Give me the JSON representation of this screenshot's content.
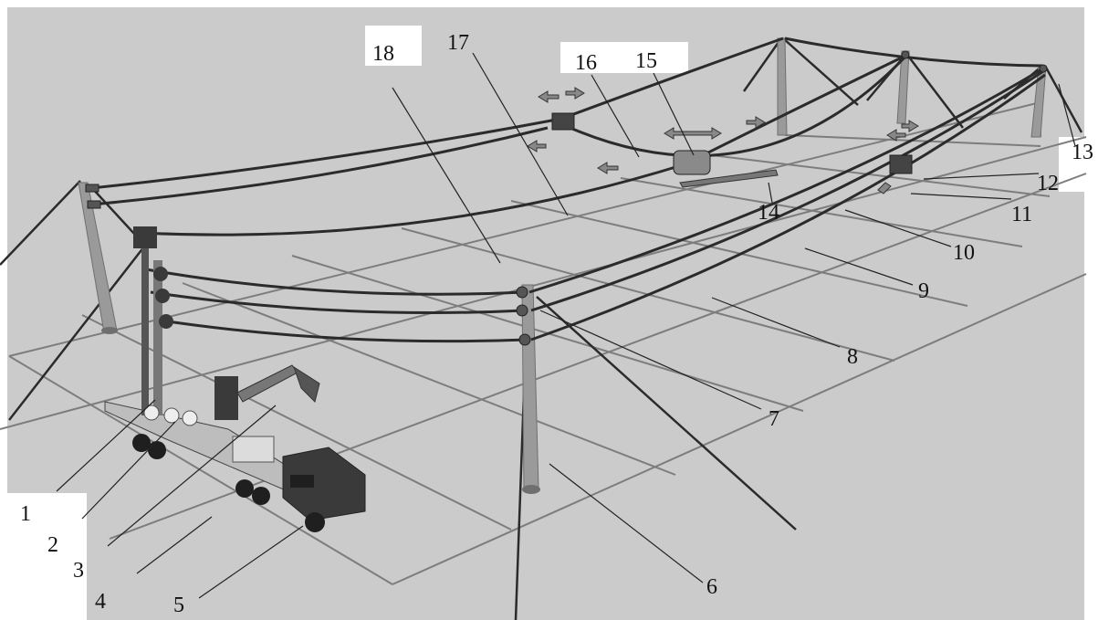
{
  "colors": {
    "ground": "#cbcbcb",
    "grid_line": "#7d7d7d",
    "cable": "#2b2b2b",
    "pole": "#9a9a9a",
    "pole_dark": "#6f6f6f",
    "truck_body": "#3a3a3a",
    "truck_bed": "#bdbdbd",
    "leader": "#222222"
  },
  "icons": {
    "arrow": "direction-arrow-icon",
    "tensioner": "tensioner-machine-icon",
    "pulley": "pulley-block-icon"
  },
  "labels": [
    {
      "id": "1",
      "text": "1"
    },
    {
      "id": "2",
      "text": "2"
    },
    {
      "id": "3",
      "text": "3"
    },
    {
      "id": "4",
      "text": "4"
    },
    {
      "id": "5",
      "text": "5"
    },
    {
      "id": "6",
      "text": "6"
    },
    {
      "id": "7",
      "text": "7"
    },
    {
      "id": "8",
      "text": "8"
    },
    {
      "id": "9",
      "text": "9"
    },
    {
      "id": "10",
      "text": "10"
    },
    {
      "id": "11",
      "text": "11"
    },
    {
      "id": "12",
      "text": "12"
    },
    {
      "id": "13",
      "text": "13"
    },
    {
      "id": "14",
      "text": "14"
    },
    {
      "id": "15",
      "text": "15"
    },
    {
      "id": "16",
      "text": "16"
    },
    {
      "id": "17",
      "text": "17"
    },
    {
      "id": "18",
      "text": "18"
    }
  ]
}
